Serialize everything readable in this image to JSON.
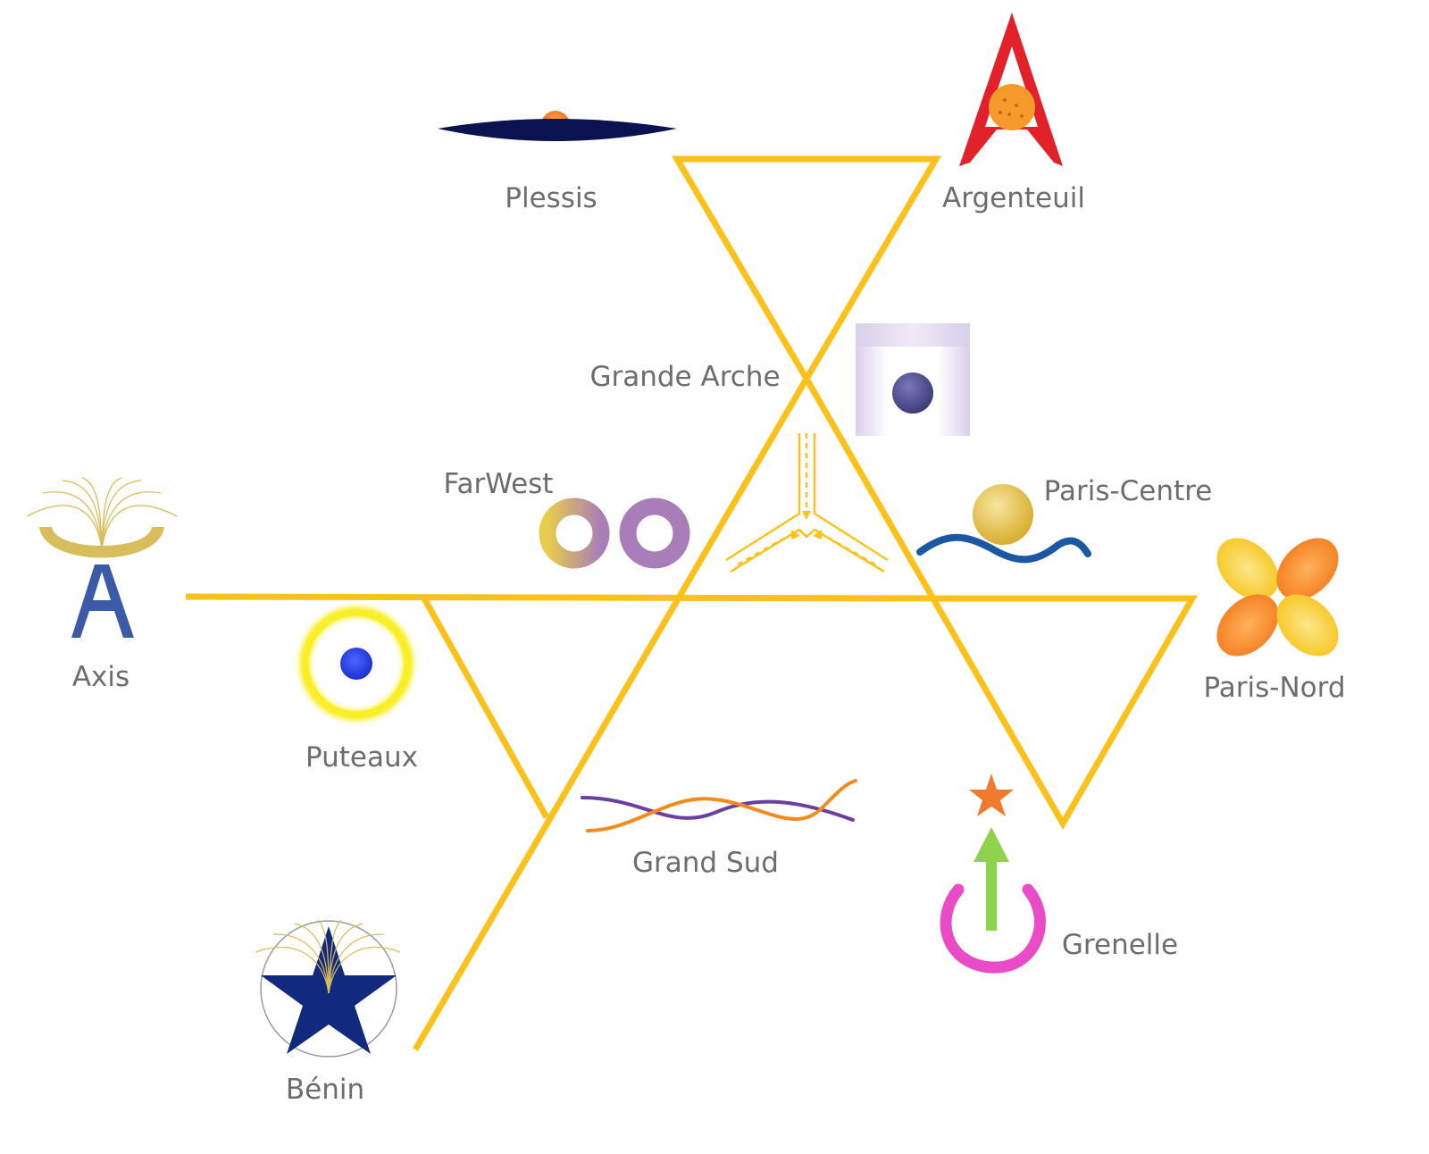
{
  "colors": {
    "line": "#fcc21b",
    "label": "#6d6d6d",
    "plessis_lens": "#0b1250",
    "plessis_sun": "#f25a1e",
    "argenteuil_letter": "#e3212b",
    "argenteuil_disc": "#f59a2a",
    "arche_gradient": "#d7d0ea",
    "arche_dot": "#3d3b7a",
    "farwest_left": "#e8cd4c",
    "farwest_right": "#a97db8",
    "paris_centre_sun": "#d9ad2e",
    "paris_centre_wave": "#1b57a3",
    "paris_nord_petal_a": "#f7c419",
    "paris_nord_petal_b": "#f47a1c",
    "axis_letter": "#3b5aa8",
    "axis_arc": "#d8bd5c",
    "puteaux_ring": "#f8ef27",
    "puteaux_dot": "#1c2fd0",
    "grand_sud_a": "#6b3fa0",
    "grand_sud_b": "#f28a1e",
    "grenelle_ring": "#ea4bc6",
    "grenelle_arrow": "#8fd24c",
    "grenelle_star": "#f07a2e",
    "benin_star": "#122a7d",
    "benin_ring": "#9a9a9a"
  },
  "icons": [
    "lens-sunset-icon",
    "letter-a-disc-icon",
    "arch-portal-icon",
    "infinity-rings-icon",
    "sun-over-wave-icon",
    "four-petal-flower-icon",
    "fountain-letter-a-icon",
    "glowing-ring-dot-icon",
    "twisted-waves-icon",
    "power-arrow-star-icon",
    "star-in-circle-icon",
    "converging-arrows-icon"
  ],
  "nodes": {
    "plessis": "Plessis",
    "argenteuil": "Argenteuil",
    "grande_arche": "Grande Arche",
    "farwest": "FarWest",
    "paris_centre": "Paris-Centre",
    "paris_nord": "Paris-Nord",
    "axis": "Axis",
    "puteaux": "Puteaux",
    "grand_sud": "Grand Sud",
    "grenelle": "Grenelle",
    "benin": "Bénin"
  }
}
